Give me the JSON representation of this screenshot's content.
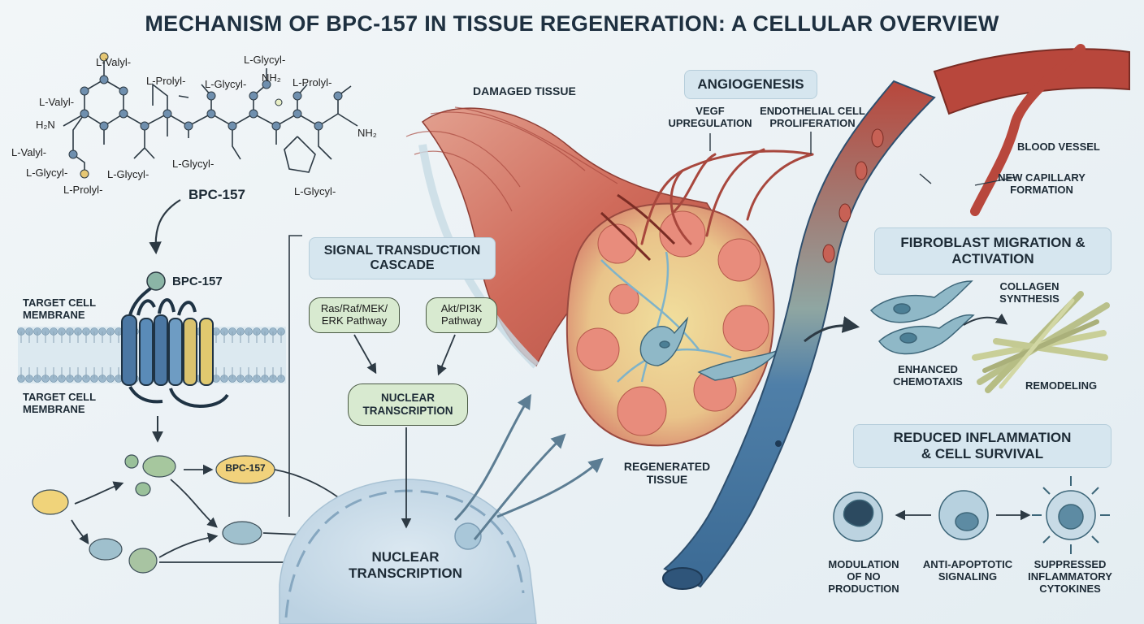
{
  "title": "MECHANISM OF BPC-157 IN TISSUE REGENERATION: A CELLULAR OVERVIEW",
  "molecule": {
    "label": "BPC-157",
    "residues": {
      "valyl_top": "L-Valyl-",
      "valyl_left": "L-Valyl-",
      "valyl_lower": "L-Valyl-",
      "glycyl_left": "L-Glycyl-",
      "prolyl_left": "L-Prolyl-",
      "prolyl_top": "L-Prolyl-",
      "glycyl_mid_top": "L-Glycyl-",
      "glycyl_top_right": "L-Glycyl-",
      "prolyl_right": "L-Prolyl-",
      "glycyl_mid_bottom": "L-Glycyl-",
      "glycyl_bottom": "L-Glycyl-",
      "glycyl_right_bottom": "L-Glycyl-"
    },
    "groups": {
      "h2n": "H₂N",
      "nh2_top": "NH₂",
      "nh2_right": "NH₂"
    }
  },
  "receptor": {
    "ligand_label": "BPC-157",
    "membrane_top": "TARGET CELL\nMEMBRANE",
    "membrane_bottom": "TARGET CELL\nMEMBRANE"
  },
  "intracellular": {
    "molecule_label": "BPC-157",
    "nucleus_label": "NUCLEAR\nTRANSCRIPTION"
  },
  "signal": {
    "header": "SIGNAL TRANSDUCTION\nCASCADE",
    "pathway_left": "Ras/Raf/MEK/\nERK Pathway",
    "pathway_right": "Akt/PI3K\nPathway",
    "nuclear": "NUCLEAR\nTRANSCRIPTION"
  },
  "tissue": {
    "damaged": "DAMAGED TISSUE",
    "regenerated": "REGENERATED\nTISSUE"
  },
  "angiogenesis": {
    "header": "ANGIOGENESIS",
    "vegf": "VEGF\nUPREGULATION",
    "endothelial": "ENDOTHELIAL CELL\nPROLIFERATION",
    "blood_vessel": "BLOOD VESSEL",
    "new_capillary": "NEW CAPILLARY\nFORMATION"
  },
  "fibroblast": {
    "header": "FIBROBLAST MIGRATION &\nACTIVATION",
    "collagen": "COLLAGEN\nSYNTHESIS",
    "chemotaxis": "ENHANCED\nCHEMOTAXIS",
    "remodeling": "REMODELING"
  },
  "inflammation": {
    "header": "REDUCED INFLAMMATION\n& CELL SURVIVAL",
    "no_production": "MODULATION\nOF NO\nPRODUCTION",
    "anti_apoptotic": "ANTI-APOPTOTIC\nSIGNALING",
    "suppressed": "SUPPRESSED\nINFLAMMATORY\nCYTOKINES"
  },
  "colors": {
    "title": "#1e3040",
    "header_fill": "#d6e6ef",
    "pathway_fill": "#d8ead0",
    "muscle": "#c9584d",
    "vessel_blue": "#4f7fa8",
    "vessel_red": "#b8473c",
    "bpc_yellow": "#f1d27c",
    "cell_teal": "#6fa0b2"
  }
}
